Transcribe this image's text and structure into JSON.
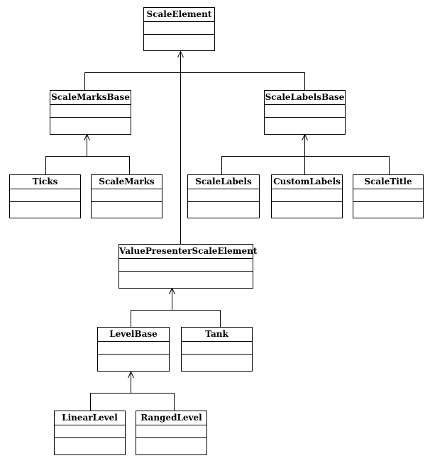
{
  "classes": {
    "scale_element": "ScaleElement",
    "scale_marks_base": "ScaleMarksBase",
    "scale_labels_base": "ScaleLabelsBase",
    "ticks": "Ticks",
    "scale_marks": "ScaleMarks",
    "scale_labels": "ScaleLabels",
    "custom_labels": "CustomLabels",
    "scale_title": "ScaleTitle",
    "value_presenter_scale_element": "ValuePresenterScaleElement",
    "level_base": "LevelBase",
    "tank": "Tank",
    "linear_level": "LinearLevel",
    "ranged_level": "RangedLevel"
  },
  "inheritance": [
    {
      "child": "ScaleMarksBase",
      "parent": "ScaleElement"
    },
    {
      "child": "ScaleLabelsBase",
      "parent": "ScaleElement"
    },
    {
      "child": "ValuePresenterScaleElement",
      "parent": "ScaleElement"
    },
    {
      "child": "Ticks",
      "parent": "ScaleMarksBase"
    },
    {
      "child": "ScaleMarks",
      "parent": "ScaleMarksBase"
    },
    {
      "child": "ScaleLabels",
      "parent": "ScaleLabelsBase"
    },
    {
      "child": "CustomLabels",
      "parent": "ScaleLabelsBase"
    },
    {
      "child": "ScaleTitle",
      "parent": "ScaleLabelsBase"
    },
    {
      "child": "LevelBase",
      "parent": "ValuePresenterScaleElement"
    },
    {
      "child": "Tank",
      "parent": "ValuePresenterScaleElement"
    },
    {
      "child": "LinearLevel",
      "parent": "LevelBase"
    },
    {
      "child": "RangedLevel",
      "parent": "LevelBase"
    }
  ]
}
